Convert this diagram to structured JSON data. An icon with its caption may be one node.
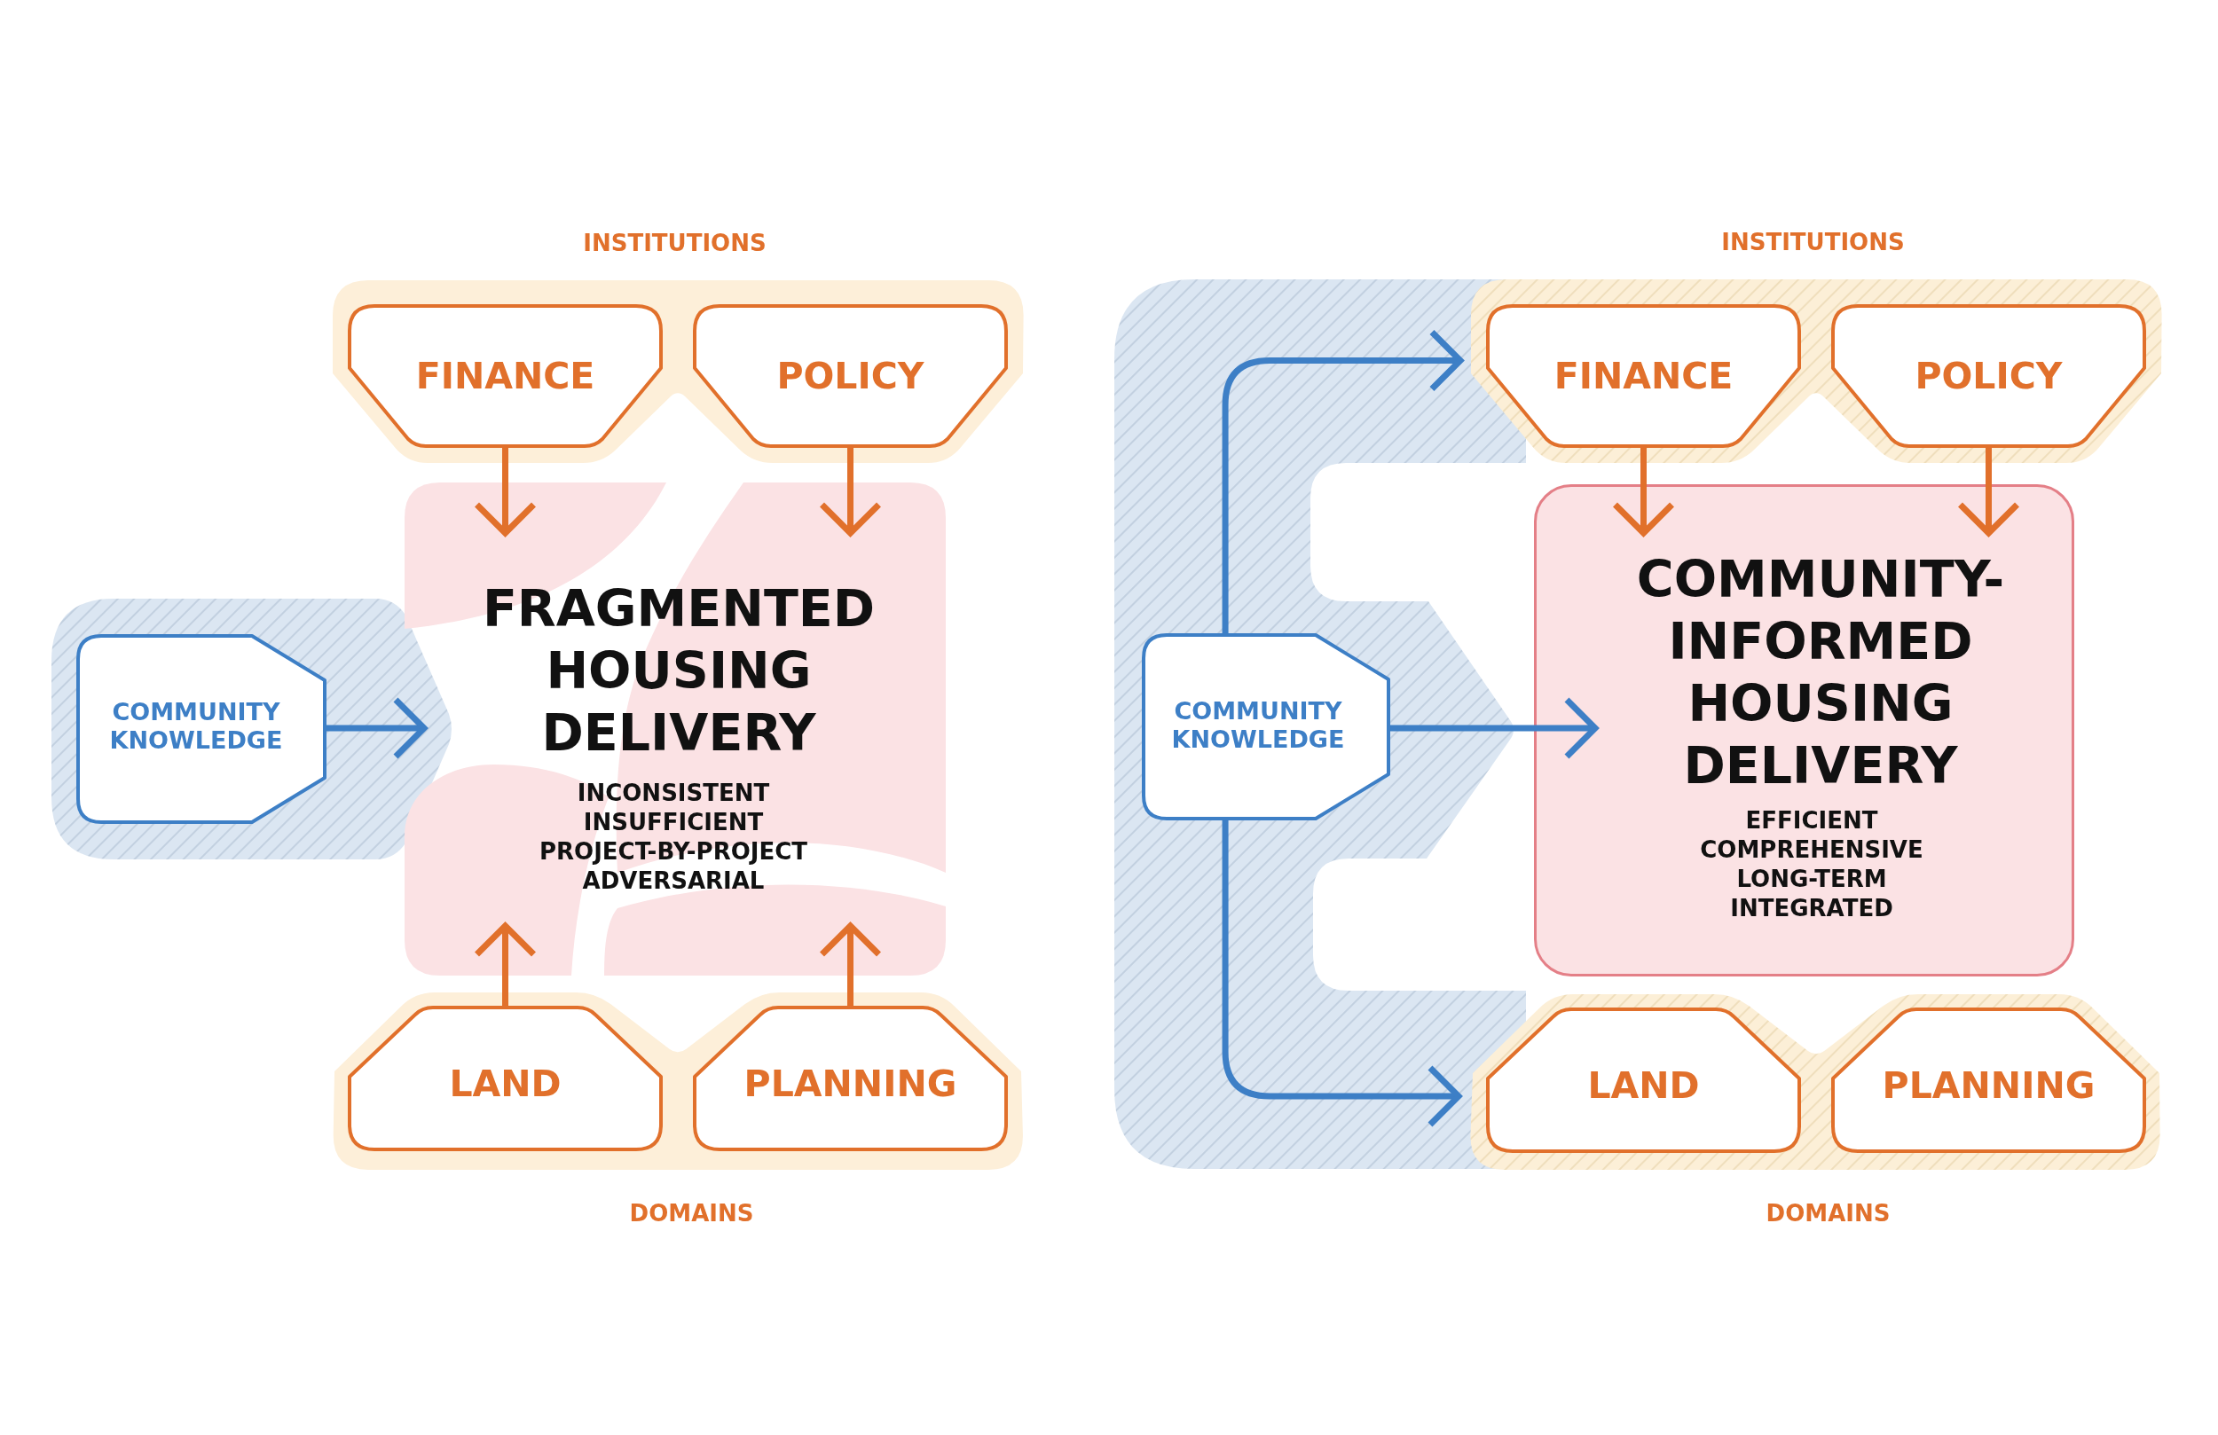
{
  "diagram": {
    "nodes": [
      {
        "text": [
          "INSTITUTIONS"
        ]
      },
      {
        "text": [
          "FINANCE"
        ],
        "in": 0
      },
      {
        "text": [
          "POLICY"
        ],
        "in": 0
      },
      {
        "text": [],
        "shape": "band"
      },
      {
        "text": [
          "COMMUNITY KNOWLEDGE"
        ],
        "in": 3
      },
      {
        "text": [
          "FRAGMENTED HOUSING DELIVERY",
          "INCONSISTENT",
          "INSUFFICIENT",
          "PROJECT-BY-PROJECT",
          "ADVERSARIAL"
        ]
      },
      {
        "text": [
          "DOMAINS"
        ]
      },
      {
        "text": [
          "LAND"
        ],
        "in": 6
      },
      {
        "text": [
          "PLANNING"
        ],
        "in": 6
      },
      {
        "text": [],
        "shape": "band"
      },
      {
        "text": [
          "INSTITUTIONS"
        ]
      },
      {
        "text": [
          "FINANCE"
        ],
        "in": 10
      },
      {
        "text": [
          "POLICY"
        ],
        "in": 10
      },
      {
        "text": [
          "COMMUNITY KNOWLEDGE"
        ],
        "in": 9
      },
      {
        "text": [
          "COMMUNITY- INFORMED HOUSING DELIVERY",
          "EFFICIENT",
          "COMPREHENSIVE",
          "LONG-TERM",
          "INTEGRATED"
        ]
      },
      {
        "text": [
          "DOMAINS"
        ]
      },
      {
        "text": [
          "LAND"
        ],
        "in": 15
      },
      {
        "text": [
          "PLANNING"
        ],
        "in": 15
      }
    ],
    "edges": [
      {
        "from": 1,
        "to": 5,
        "arrow": "to"
      },
      {
        "from": 2,
        "to": 5,
        "arrow": "to"
      },
      {
        "from": 4,
        "to": 5,
        "arrow": "to",
        "color": "#3d7fc6"
      },
      {
        "from": 7,
        "to": 5,
        "arrow": "to"
      },
      {
        "from": 8,
        "to": 5,
        "arrow": "to"
      },
      {
        "from": 11,
        "to": 14,
        "arrow": "to"
      },
      {
        "from": 12,
        "to": 14,
        "arrow": "to"
      },
      {
        "from": 13,
        "to": 10,
        "arrow": "to",
        "color": "#3d7fc6"
      },
      {
        "from": 13,
        "to": 14,
        "arrow": "to",
        "color": "#3d7fc6"
      },
      {
        "from": 13,
        "to": 15,
        "arrow": "to",
        "color": "#3d7fc6"
      }
    ]
  }
}
